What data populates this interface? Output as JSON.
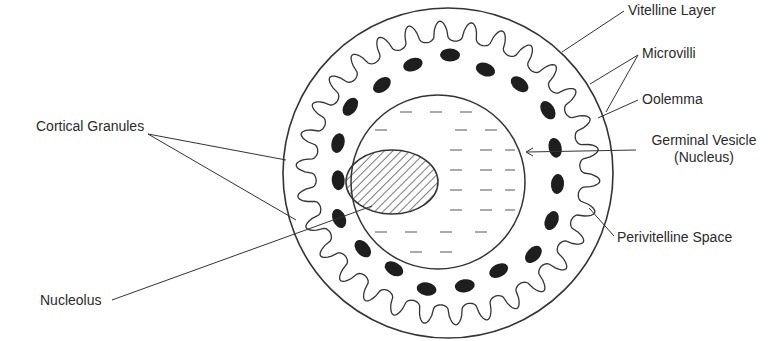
{
  "diagram": {
    "labels": [
      "Vitelline Layer",
      "Microvilli",
      "Oolemma",
      "Germinal Vesicle (Nucleus)",
      "Perivitelline Space",
      "Cortical Granules",
      "Nucleolus"
    ]
  }
}
